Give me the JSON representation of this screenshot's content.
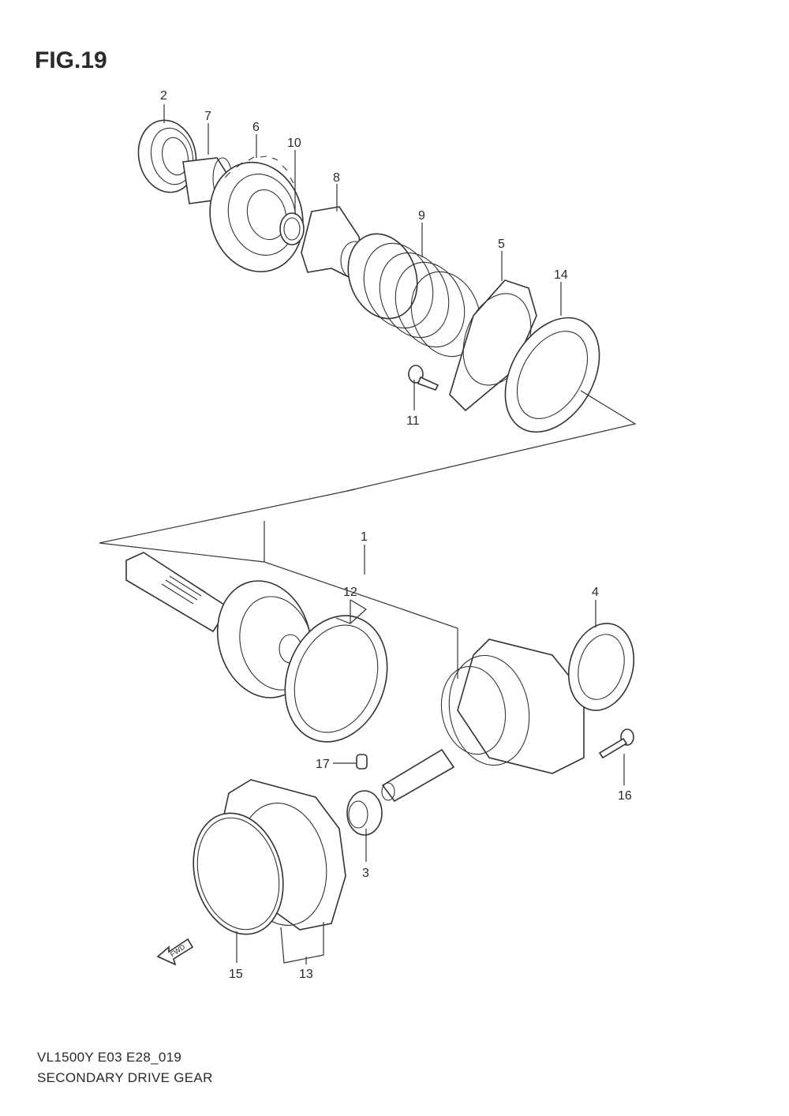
{
  "figure_title": "FIG.19",
  "footer": {
    "model_code": "VL1500Y  E03  E28_019",
    "caption": "SECONDARY DRIVE GEAR"
  },
  "fwd_arrow_label": "FWD",
  "part_labels": {
    "p1": "1",
    "p2": "2",
    "p3": "3",
    "p4": "4",
    "p5": "5",
    "p6": "6",
    "p7": "7",
    "p8": "8",
    "p9": "9",
    "p10": "10",
    "p11": "11",
    "p12": "12",
    "p13": "13",
    "p14": "14",
    "p15": "15",
    "p16": "16",
    "p17": "17"
  }
}
